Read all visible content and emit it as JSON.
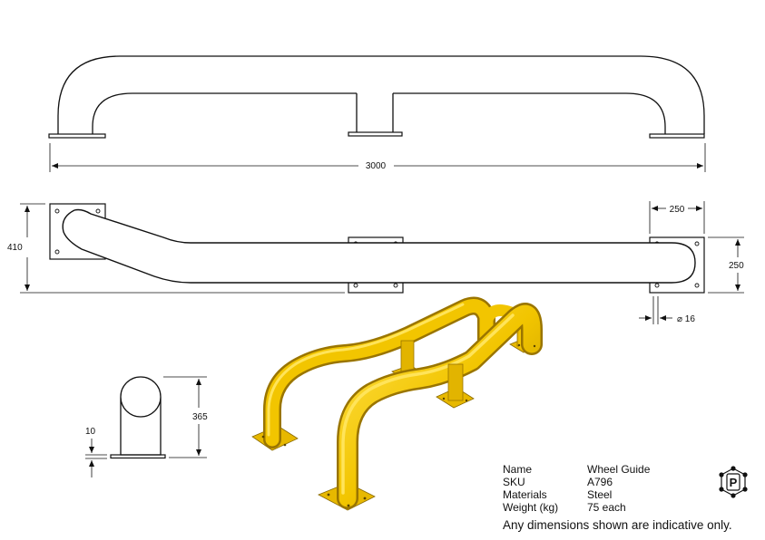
{
  "dimensions": {
    "length": "3000",
    "depth": "410",
    "plate_width": "250",
    "plate_depth": "250",
    "tube_diameter": "⌀ 16",
    "height": "365",
    "plate_thickness": "10"
  },
  "specs": [
    {
      "key": "Name",
      "value": "Wheel Guide"
    },
    {
      "key": "SKU",
      "value": "A796"
    },
    {
      "key": "Materials",
      "value": "Steel"
    },
    {
      "key": "Weight (kg)",
      "value": "75 each"
    }
  ],
  "disclaimer": "Any dimensions shown are indicative only.",
  "logo_letter": "P",
  "colors": {
    "guard_yellow": "#F2C500",
    "guard_shadow": "#B88F00",
    "line": "#111111"
  }
}
